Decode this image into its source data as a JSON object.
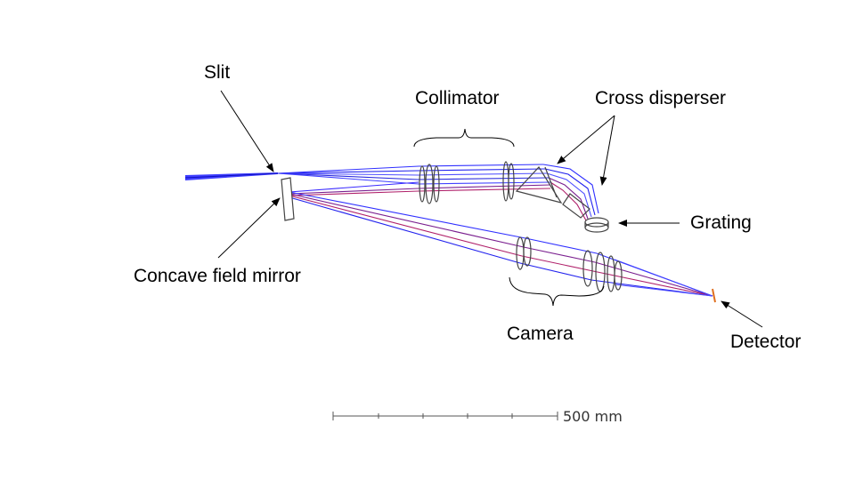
{
  "labels": {
    "slit": "Slit",
    "collimator": "Collimator",
    "cross_disperser": "Cross disperser",
    "grating": "Grating",
    "concave_field_mirror": "Concave field mirror",
    "camera": "Camera",
    "detector": "Detector"
  },
  "scale_bar": {
    "label": "500 mm"
  },
  "colors": {
    "ray_blue": "#2222ff",
    "ray_purple": "#7a1f8f",
    "ray_magenta": "#b0206a",
    "optic_outline": "#444444",
    "detector": "#e07020"
  }
}
